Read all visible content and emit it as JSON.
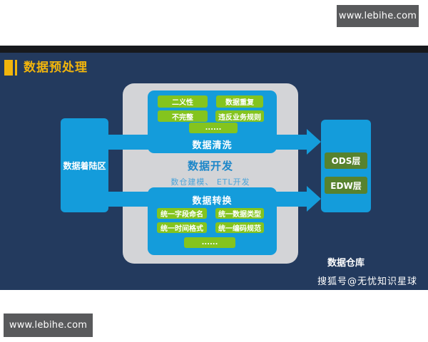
{
  "watermark": {
    "top": "www.lebihe.com",
    "bottom": "www.lebihe.com"
  },
  "header": {
    "title": "数据预处理"
  },
  "left_box": {
    "label": "数据着陆区"
  },
  "panel": {
    "cleaning": {
      "label": "数据清洗",
      "chips": [
        "二义性",
        "数据重复",
        "不完整",
        "违反业务规则",
        "......"
      ]
    },
    "development": {
      "title": "数据开发",
      "subtitle": "数仓建模、 ETL开发"
    },
    "transform": {
      "label": "数据转换",
      "chips": [
        "统一字段命名",
        "统一数据类型",
        "统一时间格式",
        "统一编码规范",
        "......"
      ]
    }
  },
  "right_box": {
    "label": "数据仓库",
    "layers": [
      "ODS层",
      "EDW层"
    ]
  },
  "footer": {
    "credit": "搜狐号@无忧知识星球"
  },
  "colors": {
    "background_navy": "#233a5e",
    "top_strip": "#17191d",
    "process_blue": "#149cdb",
    "chip_green": "#84c41e",
    "layer_green": "#57822e",
    "panel_gray": "#d3d4d7",
    "title_yellow": "#f2b50c",
    "watermark_gray": "#595a5c",
    "dev_text_blue": "#1d87c9"
  }
}
